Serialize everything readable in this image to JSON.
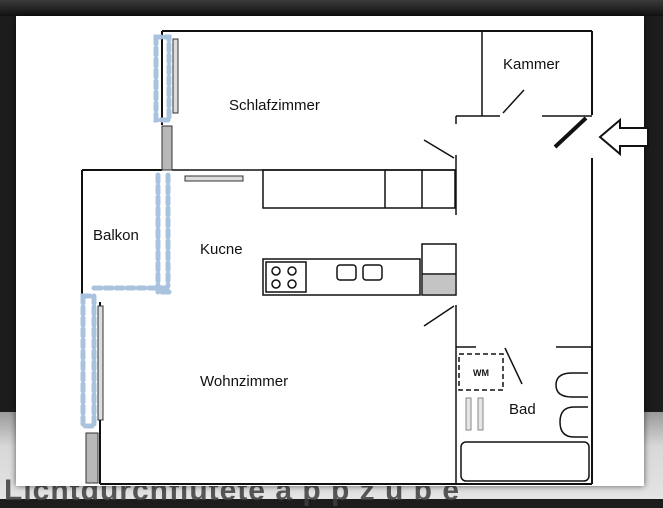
{
  "rooms": {
    "kammer": "Kammer",
    "schlafzimmer": "Schlafzimmer",
    "balkon": "Balkon",
    "kueche": "Kucne",
    "wohnzimmer": "Wohnzimmer",
    "bad": "Bad"
  },
  "fixtures": {
    "washing_machine": "WM"
  },
  "entrance": {
    "icon": "arrow-left-icon"
  },
  "caption": "Lichtdurchflutete a p p z u b e"
}
